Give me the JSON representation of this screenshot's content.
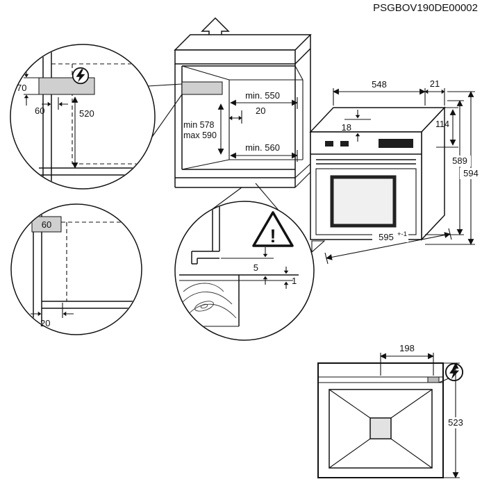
{
  "doc_code": "PSGBOV190DE00002",
  "detail_electric": {
    "height": "70",
    "depth": "60",
    "offset_bottom": "520"
  },
  "niche": {
    "min_depth_top": "min. 550",
    "rear_gap": "20",
    "min_height": "min 578",
    "max_height": "max 590",
    "min_depth_bottom": "min. 560"
  },
  "oven": {
    "depth": "548",
    "panel_depth": "21",
    "top_gap": "18",
    "panel_height": "114",
    "height_back": "589",
    "height_front": "594",
    "width": "595",
    "width_tol": "+-1"
  },
  "detail_plinth": {
    "side_gap": "60",
    "front_gap": "20"
  },
  "detail_gap": {
    "gap_top": "5",
    "gap_edge": "1",
    "warning_mark": "!"
  },
  "rear": {
    "connection_offset": "198",
    "cable_length": "523"
  }
}
